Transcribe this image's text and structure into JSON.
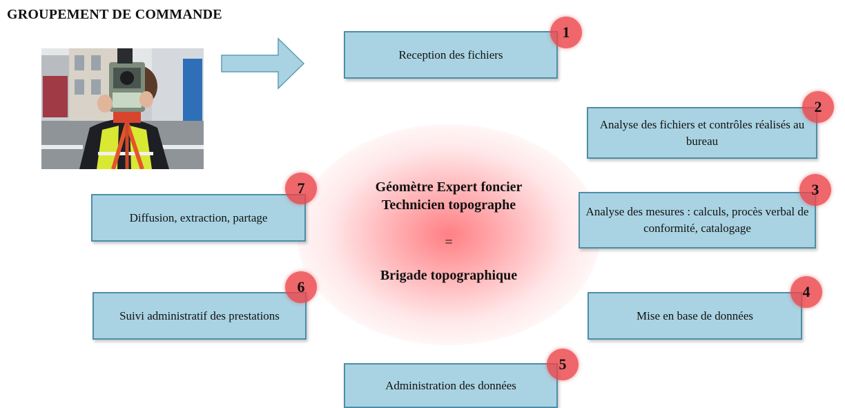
{
  "header": {
    "title": "GROUPEMENT DE COMMANDE"
  },
  "center": {
    "line1": "Géomètre Expert foncier",
    "line2": "Technicien topographe",
    "equals": "=",
    "line3": "Brigade topographique"
  },
  "steps": [
    {
      "number": "1",
      "label": "Reception des fichiers"
    },
    {
      "number": "2",
      "label": "Analyse des fichiers et contrôles réalisés au bureau"
    },
    {
      "number": "3",
      "label": "Analyse des mesures : calculs, procès verbal de conformité, catalogage"
    },
    {
      "number": "4",
      "label": "Mise en base de données"
    },
    {
      "number": "5",
      "label": "Administration des données"
    },
    {
      "number": "6",
      "label": "Suivi administratif des prestations"
    },
    {
      "number": "7",
      "label": "Diffusion, extraction, partage"
    }
  ],
  "colors": {
    "box_fill": "#a9d3e2",
    "box_border": "#4b8ea8",
    "badge": "#ec464b",
    "glow": "#ff6a6e"
  }
}
